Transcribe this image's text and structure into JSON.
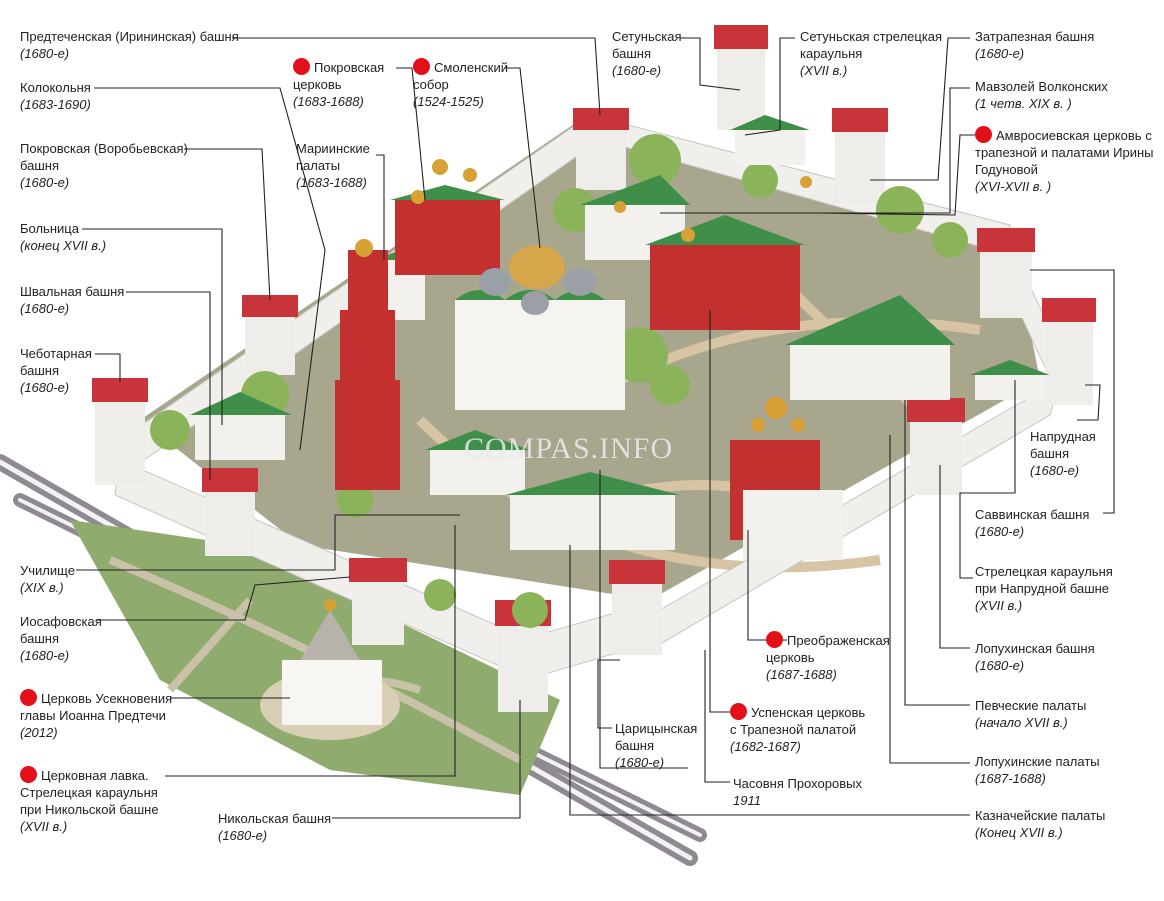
{
  "watermark": "COMPAS.INFO",
  "colors": {
    "marker": "#e3101a",
    "wall": "#f0efec",
    "roof_green": "#3f8f4a",
    "brick_red": "#c23030",
    "ground": "#a6a58c"
  },
  "labels": [
    {
      "id": "predtechenskaya",
      "name": "Предтеченская (Ирининская) башня",
      "date": "(1680-е)"
    },
    {
      "id": "kolokolnya",
      "name": "Колокольня",
      "date": "(1683-1690)"
    },
    {
      "id": "pokrovskaya-bashnya",
      "name": "Покровская (Воробьевская) башня",
      "date": "(1680-е)"
    },
    {
      "id": "bolnitsa",
      "name": "Больница",
      "date": "(конец XVII в.)"
    },
    {
      "id": "shvalnaya",
      "name": "Швальная башня",
      "date": "(1680-е)"
    },
    {
      "id": "chebotarnaya",
      "name": "Чеботарная башня",
      "date": "(1680-е)"
    },
    {
      "id": "pokrovskaya-tserkov",
      "name": "Покровская церковь",
      "date": "(1683-1688)",
      "marked": true
    },
    {
      "id": "smolenskiy",
      "name": "Смоленский собор",
      "date": "(1524-1525)",
      "marked": true
    },
    {
      "id": "mariinskie",
      "name": "Мариинские палаты",
      "date": "(1683-1688)"
    },
    {
      "id": "setunskaya",
      "name": "Сетуньская башня",
      "date": "(1680-е)"
    },
    {
      "id": "setunskaya-karaulnya",
      "name": "Сетуньская стрелецкая караульня",
      "date": "(XVII в.)"
    },
    {
      "id": "zatrapeznaya",
      "name": "Затрапезная башня",
      "date": "(1680-е)"
    },
    {
      "id": "mavzoley",
      "name": "Мавзолей Волконских",
      "date": "(1 четв. XIX в. )"
    },
    {
      "id": "amvrosievskaya",
      "name": "Амвросиевская церковь с трапезной и палатами Ирины Годуновой",
      "date": "(XVI-XVII в. )",
      "marked": true
    },
    {
      "id": "naprudnaya",
      "name": "Напрудная башня",
      "date": "(1680-е)"
    },
    {
      "id": "savvinskaya",
      "name": "Саввинская башня",
      "date": "(1680-е)"
    },
    {
      "id": "streletskaya-naprudnaya",
      "name": "Стрелецкая караульня при Напрудной башне",
      "date": "(XVII в.)"
    },
    {
      "id": "lopukhinskaya-bashnya",
      "name": "Лопухинская башня",
      "date": "(1680-е)"
    },
    {
      "id": "pevcheskie",
      "name": "Певческие палаты",
      "date": "(начало XVII в.)"
    },
    {
      "id": "lopukhinskie-palaty",
      "name": "Лопухинские палаты",
      "date": "(1687-1688)"
    },
    {
      "id": "kaznacheyskie",
      "name": "Казначейские палаты",
      "date": "(Конец XVII в.)"
    },
    {
      "id": "preobrazhenskaya",
      "name": "Преображенская церковь",
      "date": "(1687-1688)",
      "marked": true
    },
    {
      "id": "uspenskaya",
      "name": "Успенская церковь с Трапезной палатой",
      "date": "(1682-1687)",
      "marked": true
    },
    {
      "id": "tsaritsynskaya",
      "name": "Царицынская башня",
      "date": "(1680-е)"
    },
    {
      "id": "chasovnya",
      "name": "Часовня Прохоровых",
      "date": "1911"
    },
    {
      "id": "nikolskaya",
      "name": "Никольская башня",
      "date": "(1680-е)"
    },
    {
      "id": "uchilishche",
      "name": "Училище",
      "date": "(XIX в.)"
    },
    {
      "id": "iosafovskaya",
      "name": "Иосафовская башня",
      "date": "(1680-е)"
    },
    {
      "id": "usekn",
      "name": "Церковь Усекновения главы Иоанна Предтечи",
      "date": "(2012)",
      "marked": true
    },
    {
      "id": "lavka",
      "name": "Церковная лавка. Стрелецкая караульня при Никольской башне",
      "date": "(XVII в.)",
      "marked": true
    }
  ]
}
